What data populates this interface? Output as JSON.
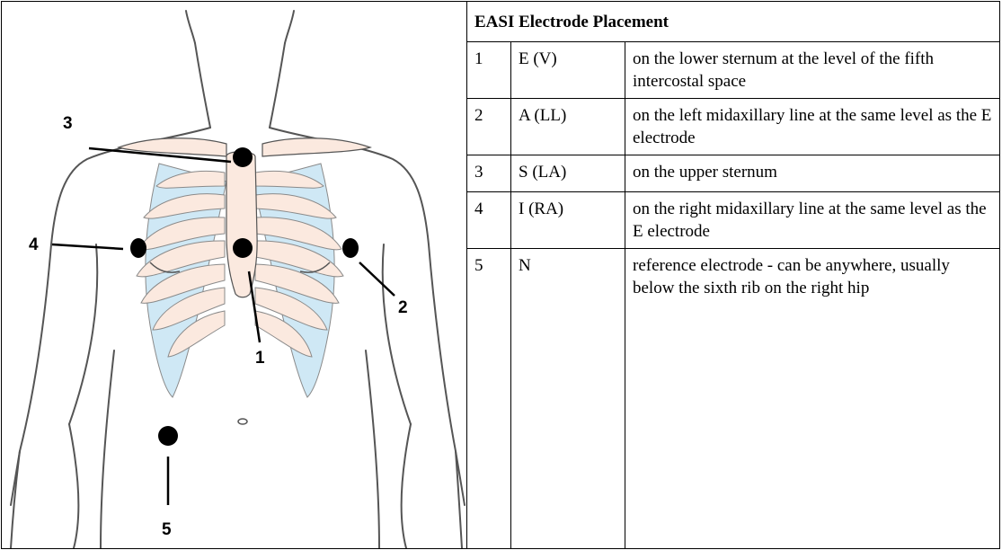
{
  "figure": {
    "callouts": [
      "1",
      "2",
      "3",
      "4",
      "5"
    ]
  },
  "colors": {
    "skin_outline": "#555555",
    "bone": "#fbe9df",
    "cartilage": "#cfe8f5",
    "electrode": "#000000"
  },
  "table": {
    "title": "EASI Electrode Placement",
    "rows": [
      {
        "num": "1",
        "lead": "E (V)",
        "location": "on the lower sternum at the level of the fifth intercostal space"
      },
      {
        "num": "2",
        "lead": "A (LL)",
        "location": "on the left midaxillary line at the same level as the E electrode"
      },
      {
        "num": "3",
        "lead": "S (LA)",
        "location": "on the upper sternum"
      },
      {
        "num": "4",
        "lead": "I (RA)",
        "location": "on the right midaxillary line at the same level as the E electrode"
      },
      {
        "num": "5",
        "lead": "N",
        "location": "reference electrode - can be anywhere, usually below the sixth rib on the right hip"
      }
    ]
  }
}
